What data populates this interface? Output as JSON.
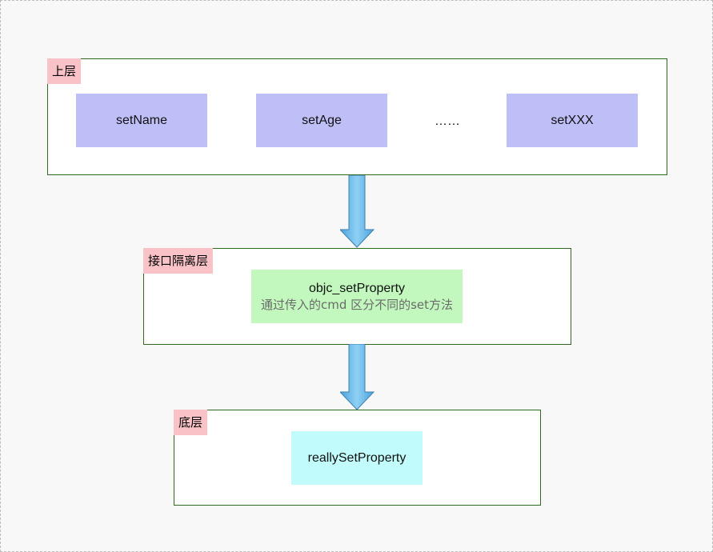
{
  "top_layer": {
    "tag": "上层",
    "methods": [
      "setName",
      "setAge",
      "setXXX"
    ],
    "ellipsis": "……"
  },
  "interface_layer": {
    "tag": "接口隔离层",
    "function_name": "objc_setProperty",
    "description": "通过传入的cmd 区分不同的set方法"
  },
  "bottom_layer": {
    "tag": "底层",
    "function_name": "reallySetProperty"
  },
  "colors": {
    "tag_bg": "#f8c2c6",
    "method_bg": "#bfbff8",
    "interface_bg": "#c2f8bd",
    "bottom_bg": "#c2fbfb",
    "arrow_fill": "#6ab8e8",
    "box_border": "#2e6b1f"
  }
}
